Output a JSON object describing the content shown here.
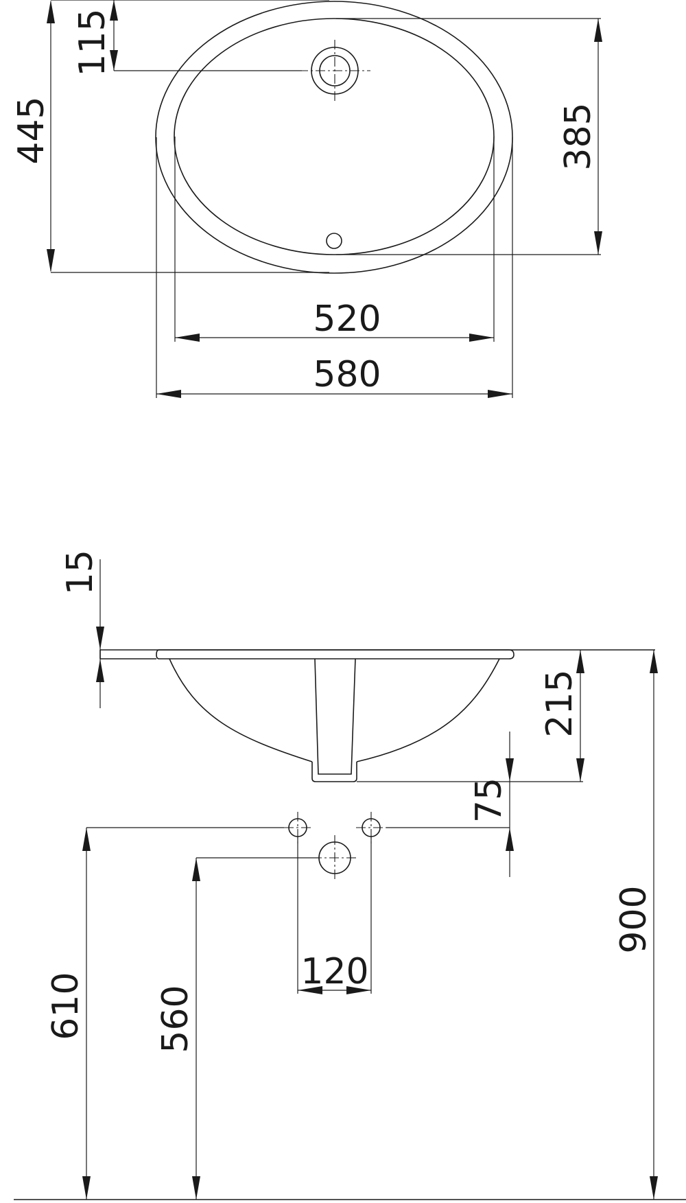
{
  "top_view": {
    "depth_overall": "445",
    "depth_inner": "385",
    "tap_offset": "115",
    "width_inner": "520",
    "width_overall": "580"
  },
  "side_view": {
    "rim_thickness": "15",
    "bowl_depth": "215",
    "drain_gap": "75",
    "height_900": "900",
    "height_610": "610",
    "height_560": "560",
    "hole_spacing": "120"
  },
  "colors": {
    "line": "#1a1a1a",
    "background": "#ffffff"
  }
}
